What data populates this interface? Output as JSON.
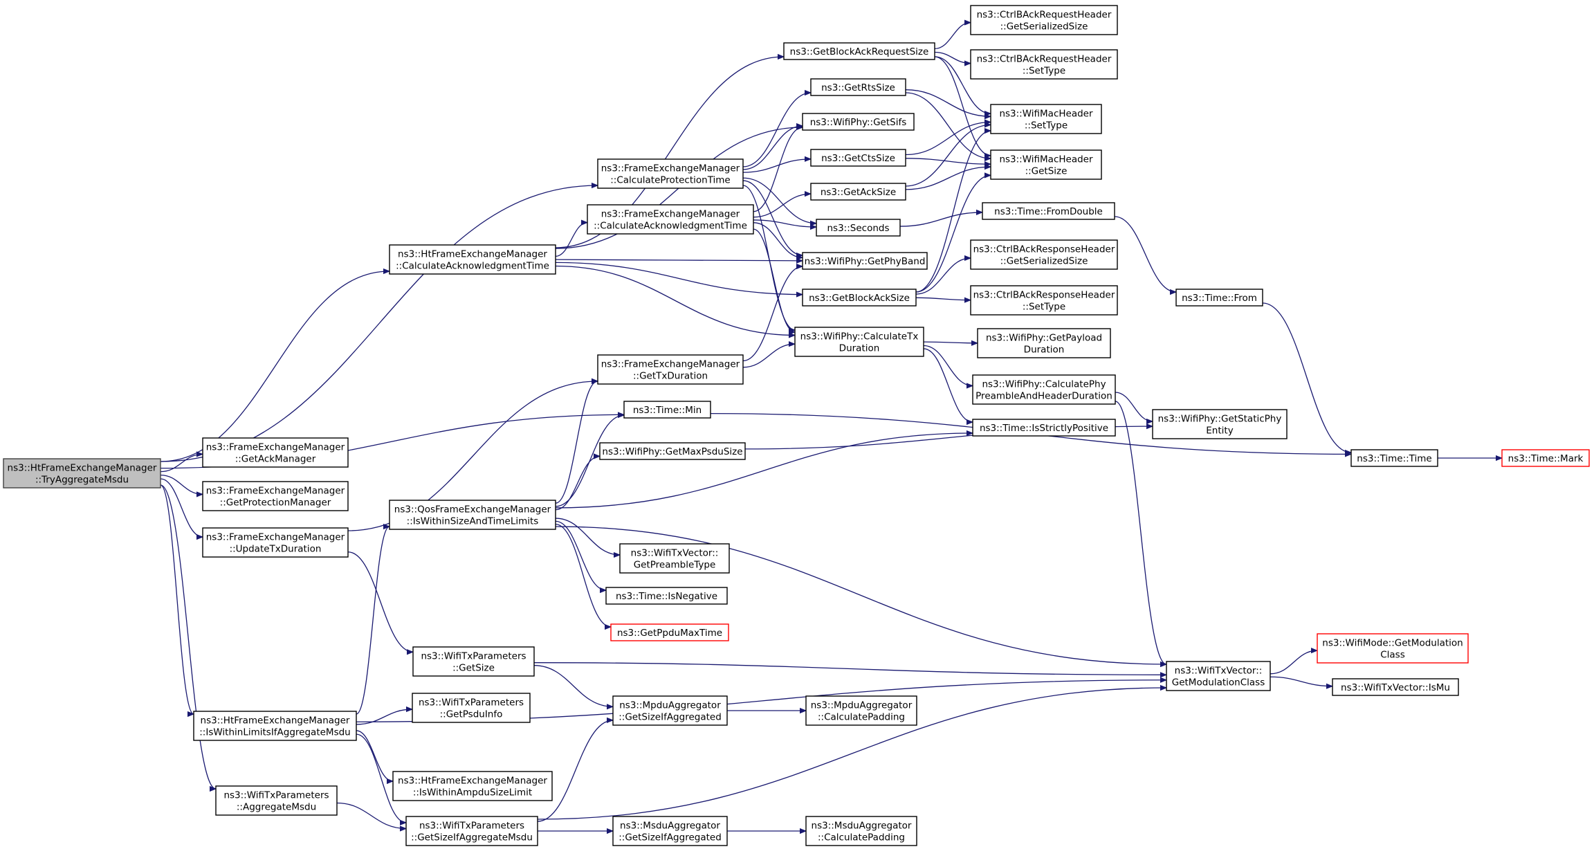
{
  "nodes": [
    {
      "id": "root",
      "lines": [
        "ns3::HtFrameExchangeManager",
        "::TryAggregateMsdu"
      ],
      "kind": "root"
    },
    {
      "id": "htcalcack",
      "lines": [
        "ns3::HtFrameExchangeManager",
        "::CalculateAcknowledgmentTime"
      ]
    },
    {
      "id": "fecalcprot",
      "lines": [
        "ns3::FrameExchangeManager",
        "::CalculateProtectionTime"
      ]
    },
    {
      "id": "fecalcack",
      "lines": [
        "ns3::FrameExchangeManager",
        "::CalculateAcknowledgmentTime"
      ]
    },
    {
      "id": "fegettx",
      "lines": [
        "ns3::FrameExchangeManager",
        "::GetTxDuration"
      ]
    },
    {
      "id": "timemin",
      "lines": [
        "ns3::Time::Min"
      ]
    },
    {
      "id": "getackmgr",
      "lines": [
        "ns3::FrameExchangeManager",
        "::GetAckManager"
      ]
    },
    {
      "id": "getprotmgr",
      "lines": [
        "ns3::FrameExchangeManager",
        "::GetProtectionManager"
      ]
    },
    {
      "id": "updatetx",
      "lines": [
        "ns3::FrameExchangeManager",
        "::UpdateTxDuration"
      ]
    },
    {
      "id": "qosiswithin",
      "lines": [
        "ns3::QosFrameExchangeManager",
        "::IsWithinSizeAndTimeLimits"
      ]
    },
    {
      "id": "htiswithin",
      "lines": [
        "ns3::HtFrameExchangeManager",
        "::IsWithinLimitsIfAggregateMsdu"
      ]
    },
    {
      "id": "aggmsdu",
      "lines": [
        "ns3::WifiTxParameters",
        "::AggregateMsdu"
      ]
    },
    {
      "id": "getbarsize",
      "lines": [
        "ns3::GetBlockAckRequestSize"
      ]
    },
    {
      "id": "getrts",
      "lines": [
        "ns3::GetRtsSize"
      ]
    },
    {
      "id": "getsifs",
      "lines": [
        "ns3::WifiPhy::GetSifs"
      ]
    },
    {
      "id": "getcts",
      "lines": [
        "ns3::GetCtsSize"
      ]
    },
    {
      "id": "getacksize",
      "lines": [
        "ns3::GetAckSize"
      ]
    },
    {
      "id": "seconds",
      "lines": [
        "ns3::Seconds"
      ]
    },
    {
      "id": "getphyband",
      "lines": [
        "ns3::WifiPhy::GetPhyBand"
      ]
    },
    {
      "id": "getbasize",
      "lines": [
        "ns3::GetBlockAckSize"
      ]
    },
    {
      "id": "calctxdur",
      "lines": [
        "ns3::WifiPhy::CalculateTx",
        "Duration"
      ]
    },
    {
      "id": "getmaxpsdu",
      "lines": [
        "ns3::WifiPhy::GetMaxPsduSize"
      ]
    },
    {
      "id": "getpreamble",
      "lines": [
        "ns3::WifiTxVector::",
        "GetPreambleType"
      ]
    },
    {
      "id": "isnegative",
      "lines": [
        "ns3::Time::IsNegative"
      ]
    },
    {
      "id": "getppdumax",
      "lines": [
        "ns3::GetPpduMaxTime"
      ],
      "kind": "trunc"
    },
    {
      "id": "txpgetsize",
      "lines": [
        "ns3::WifiTxParameters",
        "::GetSize"
      ]
    },
    {
      "id": "getpsduinfo",
      "lines": [
        "ns3::WifiTxParameters",
        "::GetPsduInfo"
      ]
    },
    {
      "id": "iswithinampdu",
      "lines": [
        "ns3::HtFrameExchangeManager",
        "::IsWithinAmpduSizeLimit"
      ]
    },
    {
      "id": "getsizeifaggmsdu",
      "lines": [
        "ns3::WifiTxParameters",
        "::GetSizeIfAggregateMsdu"
      ]
    },
    {
      "id": "mpduagg",
      "lines": [
        "ns3::MpduAggregator",
        "::GetSizeIfAggregated"
      ]
    },
    {
      "id": "msduagg",
      "lines": [
        "ns3::MsduAggregator",
        "::GetSizeIfAggregated"
      ]
    },
    {
      "id": "mpdupad",
      "lines": [
        "ns3::MpduAggregator",
        "::CalculatePadding"
      ]
    },
    {
      "id": "msdupad",
      "lines": [
        "ns3::MsduAggregator",
        "::CalculatePadding"
      ]
    },
    {
      "id": "barser",
      "lines": [
        "ns3::CtrlBAckRequestHeader",
        "::GetSerializedSize"
      ]
    },
    {
      "id": "barsettype",
      "lines": [
        "ns3::CtrlBAckRequestHeader",
        "::SetType"
      ]
    },
    {
      "id": "macsettype",
      "lines": [
        "ns3::WifiMacHeader",
        "::SetType"
      ]
    },
    {
      "id": "macgetsize",
      "lines": [
        "ns3::WifiMacHeader",
        "::GetSize"
      ]
    },
    {
      "id": "fromdouble",
      "lines": [
        "ns3::Time::FromDouble"
      ]
    },
    {
      "id": "brser",
      "lines": [
        "ns3::CtrlBAckResponseHeader",
        "::GetSerializedSize"
      ]
    },
    {
      "id": "brsettype",
      "lines": [
        "ns3::CtrlBAckResponseHeader",
        "::SetType"
      ]
    },
    {
      "id": "getpayload",
      "lines": [
        "ns3::WifiPhy::GetPayload",
        "Duration"
      ]
    },
    {
      "id": "calcpreamble",
      "lines": [
        "ns3::WifiPhy::CalculatePhy",
        "PreambleAndHeaderDuration"
      ]
    },
    {
      "id": "isstrictpos",
      "lines": [
        "ns3::Time::IsStrictlyPositive"
      ]
    },
    {
      "id": "getmodclass",
      "lines": [
        "ns3::WifiTxVector::",
        "GetModulationClass"
      ]
    },
    {
      "id": "getstaticphy",
      "lines": [
        "ns3::WifiPhy::GetStaticPhy",
        "Entity"
      ]
    },
    {
      "id": "timefrom",
      "lines": [
        "ns3::Time::From"
      ]
    },
    {
      "id": "timetime",
      "lines": [
        "ns3::Time::Time"
      ]
    },
    {
      "id": "timemark",
      "lines": [
        "ns3::Time::Mark"
      ],
      "kind": "trunc"
    },
    {
      "id": "modegetclass",
      "lines": [
        "ns3::WifiMode::GetModulation",
        "Class"
      ],
      "kind": "trunc"
    },
    {
      "id": "ismu",
      "lines": [
        "ns3::WifiTxVector::IsMu"
      ]
    }
  ],
  "edges": [
    [
      "root",
      "htcalcack"
    ],
    [
      "root",
      "fecalcprot"
    ],
    [
      "root",
      "timemin"
    ],
    [
      "root",
      "getackmgr"
    ],
    [
      "root",
      "getprotmgr"
    ],
    [
      "root",
      "updatetx"
    ],
    [
      "root",
      "htiswithin"
    ],
    [
      "root",
      "aggmsdu"
    ],
    [
      "htcalcack",
      "getbarsize"
    ],
    [
      "htcalcack",
      "getsifs"
    ],
    [
      "htcalcack",
      "fecalcack"
    ],
    [
      "htcalcack",
      "getphyband"
    ],
    [
      "htcalcack",
      "getbasize"
    ],
    [
      "htcalcack",
      "calctxdur"
    ],
    [
      "fecalcprot",
      "getrts"
    ],
    [
      "fecalcprot",
      "getsifs"
    ],
    [
      "fecalcprot",
      "getcts"
    ],
    [
      "fecalcprot",
      "seconds"
    ],
    [
      "fecalcprot",
      "getphyband"
    ],
    [
      "fecalcprot",
      "calctxdur"
    ],
    [
      "fecalcack",
      "getsifs"
    ],
    [
      "fecalcack",
      "getacksize"
    ],
    [
      "fecalcack",
      "seconds"
    ],
    [
      "fecalcack",
      "getphyband"
    ],
    [
      "fecalcack",
      "calctxdur"
    ],
    [
      "fegettx",
      "calctxdur"
    ],
    [
      "fegettx",
      "getphyband"
    ],
    [
      "updatetx",
      "fegettx"
    ],
    [
      "updatetx",
      "txpgetsize"
    ],
    [
      "qosiswithin",
      "timemin"
    ],
    [
      "qosiswithin",
      "fegettx"
    ],
    [
      "qosiswithin",
      "isstrictpos"
    ],
    [
      "qosiswithin",
      "getmaxpsdu"
    ],
    [
      "qosiswithin",
      "getpreamble"
    ],
    [
      "qosiswithin",
      "isnegative"
    ],
    [
      "qosiswithin",
      "getppdumax"
    ],
    [
      "qosiswithin",
      "getmodclass"
    ],
    [
      "htiswithin",
      "qosiswithin"
    ],
    [
      "htiswithin",
      "getpsduinfo"
    ],
    [
      "htiswithin",
      "getmodclass"
    ],
    [
      "htiswithin",
      "iswithinampdu"
    ],
    [
      "htiswithin",
      "getsizeifaggmsdu"
    ],
    [
      "aggmsdu",
      "getsizeifaggmsdu"
    ],
    [
      "getsizeifaggmsdu",
      "mpduagg"
    ],
    [
      "getsizeifaggmsdu",
      "msduagg"
    ],
    [
      "getsizeifaggmsdu",
      "getmodclass"
    ],
    [
      "txpgetsize",
      "mpduagg"
    ],
    [
      "txpgetsize",
      "getmodclass"
    ],
    [
      "mpduagg",
      "mpdupad"
    ],
    [
      "msduagg",
      "msdupad"
    ],
    [
      "getbarsize",
      "barser"
    ],
    [
      "getbarsize",
      "barsettype"
    ],
    [
      "getbarsize",
      "macsettype"
    ],
    [
      "getbarsize",
      "macgetsize"
    ],
    [
      "getrts",
      "macsettype"
    ],
    [
      "getrts",
      "macgetsize"
    ],
    [
      "getcts",
      "macsettype"
    ],
    [
      "getcts",
      "macgetsize"
    ],
    [
      "getacksize",
      "macsettype"
    ],
    [
      "getacksize",
      "macgetsize"
    ],
    [
      "getbasize",
      "brser"
    ],
    [
      "getbasize",
      "brsettype"
    ],
    [
      "getbasize",
      "macsettype"
    ],
    [
      "getbasize",
      "macgetsize"
    ],
    [
      "seconds",
      "fromdouble"
    ],
    [
      "fromdouble",
      "timefrom"
    ],
    [
      "timefrom",
      "timetime"
    ],
    [
      "timemin",
      "timetime"
    ],
    [
      "timetime",
      "timemark"
    ],
    [
      "calctxdur",
      "getpayload"
    ],
    [
      "calctxdur",
      "calcpreamble"
    ],
    [
      "calctxdur",
      "isstrictpos"
    ],
    [
      "calcpreamble",
      "getstaticphy"
    ],
    [
      "calcpreamble",
      "getmodclass"
    ],
    [
      "getmaxpsdu",
      "getstaticphy"
    ],
    [
      "getmodclass",
      "modegetclass"
    ],
    [
      "getmodclass",
      "ismu"
    ]
  ]
}
